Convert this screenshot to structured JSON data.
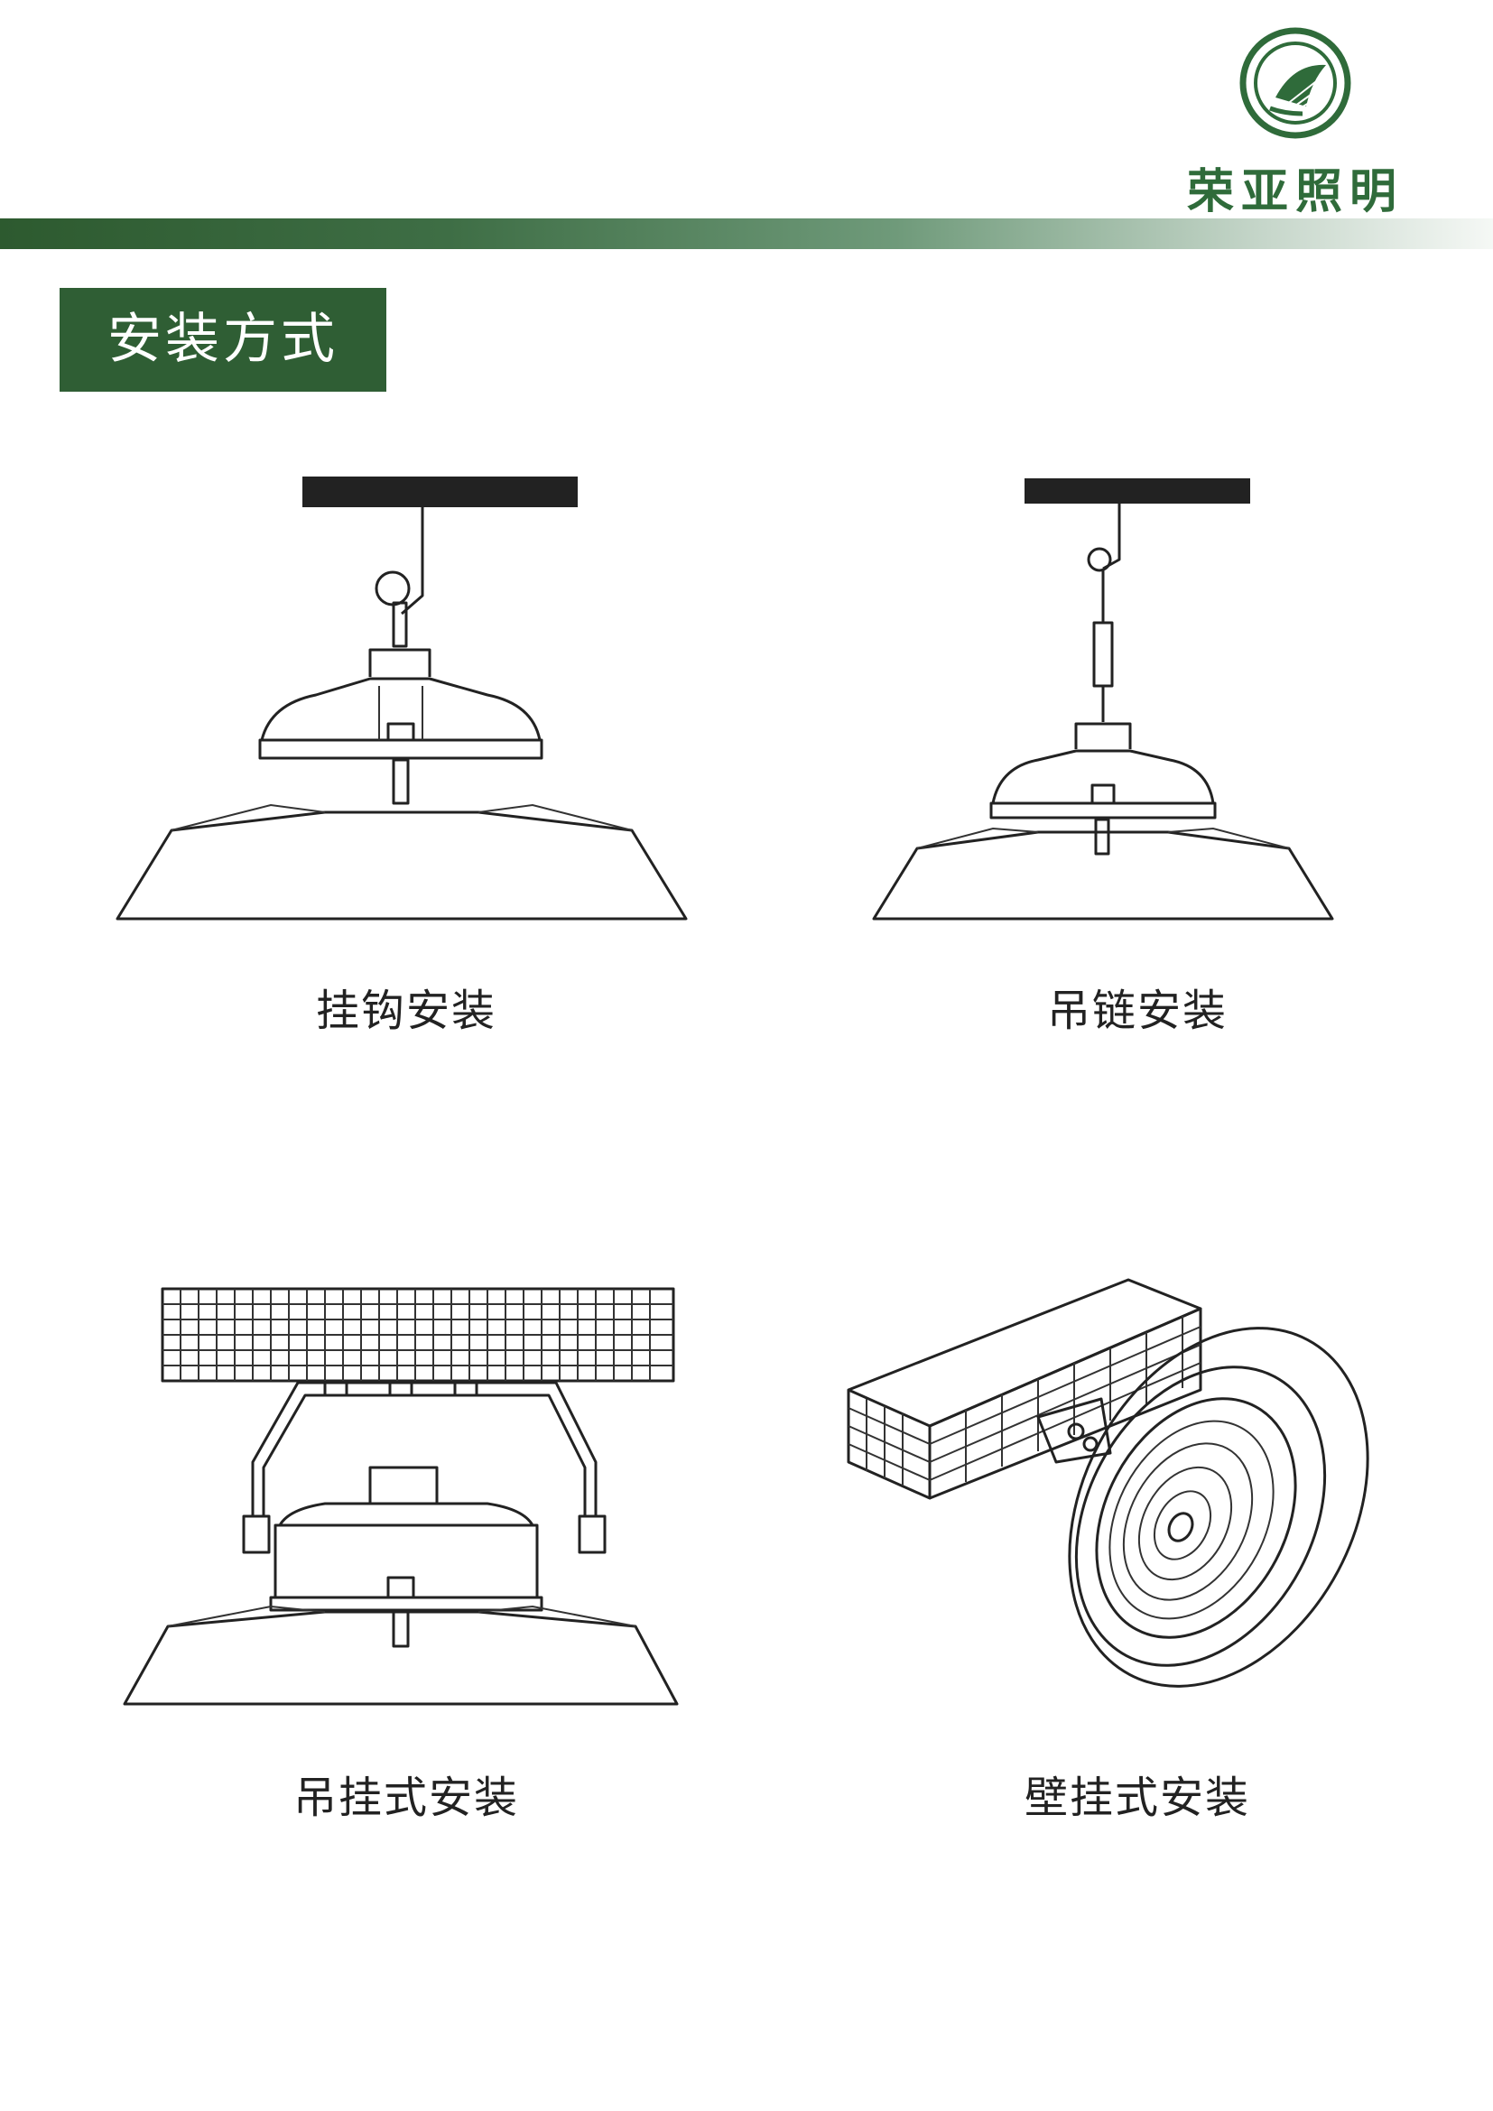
{
  "brand": {
    "name": "荣亚照明",
    "logo_icon": "leaf-circle-logo-icon",
    "color": "#2f6b3a"
  },
  "section": {
    "title": "安装方式",
    "color": "#2f5e34"
  },
  "methods": [
    {
      "label": "挂钩安装"
    },
    {
      "label": "吊链安装"
    },
    {
      "label": "吊挂式安装"
    },
    {
      "label": "壁挂式安装"
    }
  ]
}
